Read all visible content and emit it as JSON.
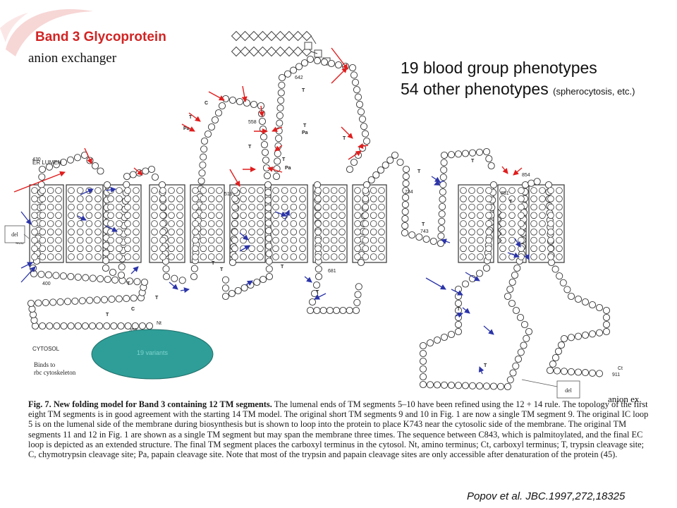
{
  "slide": {
    "title": "Band 3 Glycoprotein",
    "subtitle": "anion exchanger",
    "phenotypes_line1": "19 blood group phenotypes",
    "phenotypes_line2": "54 other phenotypes",
    "phenotypes_note": "(spherocytosis, etc.)",
    "citation": "Popov et al. JBC.1997,272,18325",
    "anion_ex_label": "anion ex.",
    "binds_line1": "Binds to",
    "binds_line2": "rbc cytoskeleton",
    "variants_label": "19 variants",
    "del_left": "del",
    "del_right": "del"
  },
  "figure": {
    "er_lumen_label": "ER LUMEN",
    "cytosol_label": "CYTOSOL",
    "residue_labels": [
      "430",
      "408",
      "400",
      "359",
      "Nt",
      "558",
      "642",
      "734",
      "743",
      "851",
      "854",
      "681",
      "911",
      "Ct",
      "519"
    ],
    "cleavage_labels": [
      "C",
      "T",
      "Pa"
    ]
  },
  "caption": {
    "lead": "Fig. 7.",
    "heading": "New folding model for Band 3 containing 12 TM segments.",
    "body": "The lumenal ends of TM segments 5–10 have been refined using the 12 + 14 rule. The topology of the first eight TM segments is in good agreement with the starting 14 TM model. The original short TM segments 9 and 10 in Fig. 1 are now a single TM segment 9. The original IC loop 5 is on the lumenal side of the membrane during biosynthesis but is shown to loop into the protein to place K743 near the cytosolic side of the membrane. The original TM segments 11 and 12 in Fig. 1 are shown as a single TM segment but may span the membrane three times. The sequence between C843, which is palmitoylated, and the final EC loop is depicted as an extended structure. The final TM segment places the carboxyl terminus in the cytosol. Nt, amino terminus; Ct, carboxyl terminus; T, trypsin cleavage site; C, chymotrypsin cleavage site; Pa, papain cleavage site. Note that most of the trypsin and papain cleavage sites are only accessible after denaturation of the protein (45)."
  },
  "colors": {
    "title_red": "#d22424",
    "teal_ellipse": "#2f9e98",
    "red_arrow": "#e01e1e",
    "blue_arrow": "#2b34a8",
    "swoosh_pink": "#f6d2d2"
  }
}
